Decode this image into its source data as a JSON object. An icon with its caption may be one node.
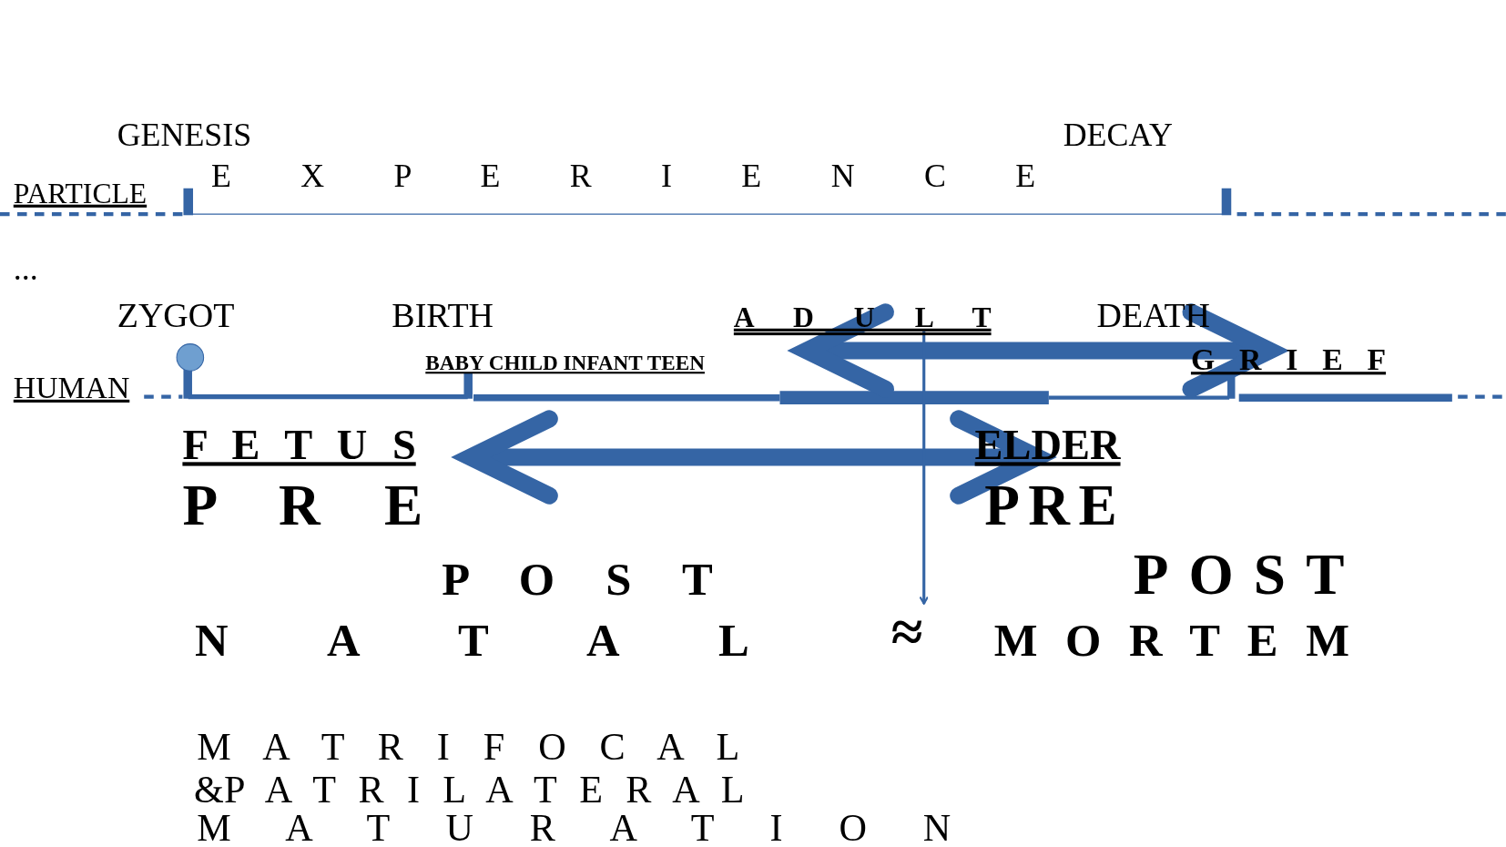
{
  "diagram": {
    "nodes": [
      {
        "text": [
          "≈"
        ]
      },
      {
        "text": [
          "A D U L T"
        ]
      }
    ],
    "edges": [
      {
        "from": 1,
        "to": 0,
        "arrow": "to"
      }
    ],
    "labels": [
      "GENESIS",
      "DECAY",
      "E X P E R I E N C E",
      "PARTICLE",
      "...",
      "ZYGOT",
      "BIRTH",
      "DEATH",
      "BABY CHILD INFANT TEEN",
      "G R I E F",
      "HUMAN",
      "F E T U S",
      "ELDER",
      "P R E",
      "PRE",
      "P O S T",
      "POST",
      "N A T A L",
      "M O R T E M",
      "M A T R I F O C A L",
      "&P A T R I L A T E R A L",
      "M A T U R A T I O N"
    ]
  }
}
